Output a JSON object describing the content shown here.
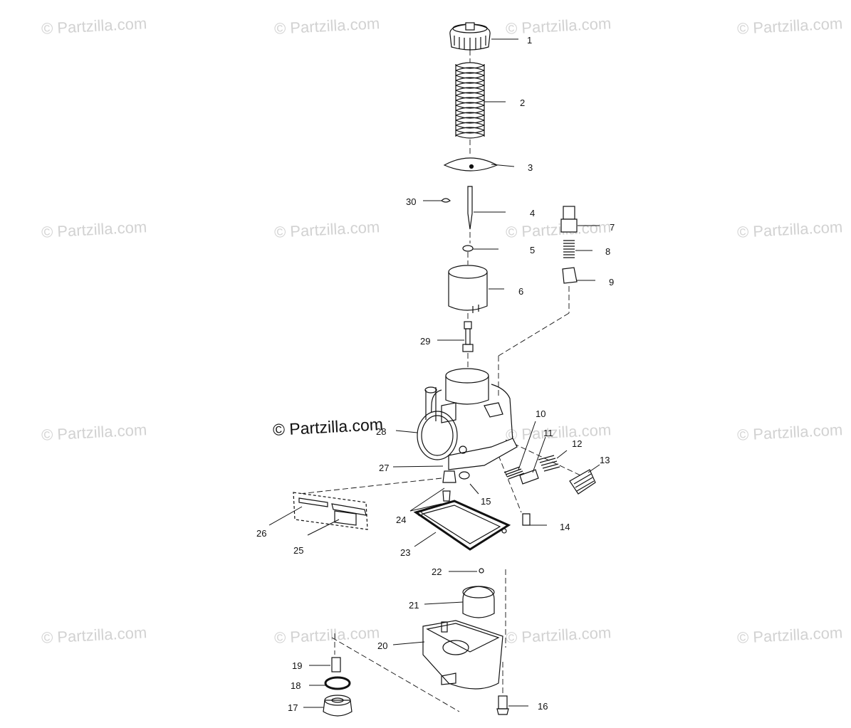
{
  "watermark": "© Partzilla.com",
  "callouts": [
    "1",
    "2",
    "3",
    "4",
    "5",
    "6",
    "7",
    "8",
    "9",
    "10",
    "11",
    "12",
    "13",
    "14",
    "15",
    "16",
    "17",
    "18",
    "19",
    "20",
    "21",
    "22",
    "23",
    "24",
    "25",
    "26",
    "27",
    "28",
    "29",
    "30"
  ]
}
